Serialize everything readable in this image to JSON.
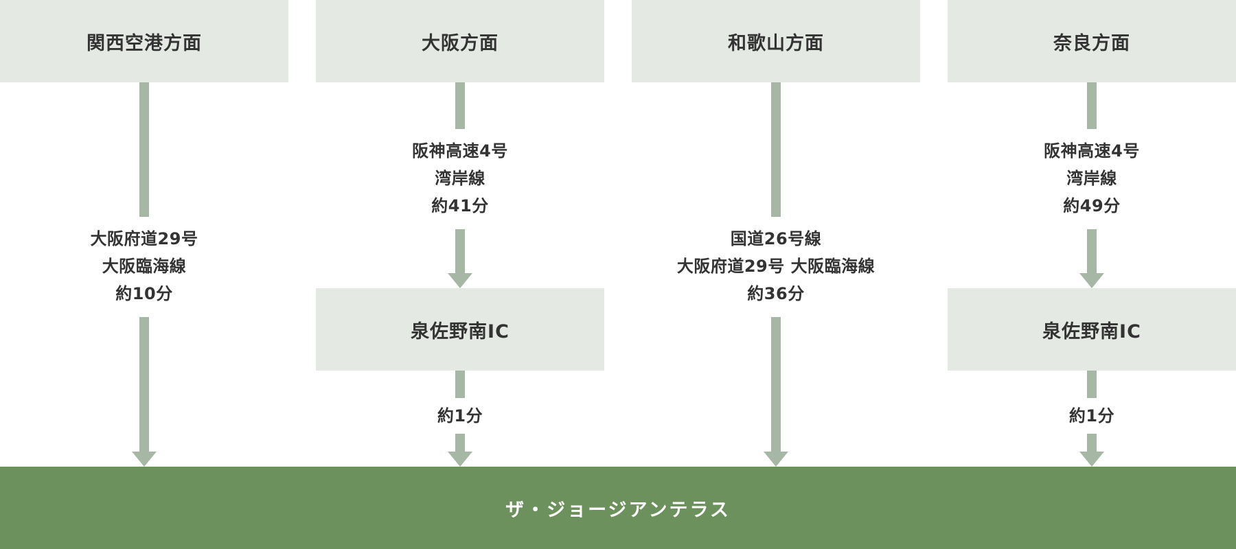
{
  "routes": [
    {
      "origin": "関西空港方面",
      "route_lines": [
        "大阪府道29号",
        "大阪臨海線",
        "約10分"
      ]
    },
    {
      "origin": "大阪方面",
      "route_lines": [
        "阪神高速4号",
        "湾岸線",
        "約41分"
      ],
      "interchange": "泉佐野南IC",
      "final_leg": "約1分"
    },
    {
      "origin": "和歌山方面",
      "route_lines": [
        "国道26号線",
        "大阪府道29号 大阪臨海線",
        "約36分"
      ]
    },
    {
      "origin": "奈良方面",
      "route_lines": [
        "阪神高速4号",
        "湾岸線",
        "約49分"
      ],
      "interchange": "泉佐野南IC",
      "final_leg": "約1分"
    }
  ],
  "destination": "ザ・ジョージアンテラス",
  "colors": {
    "box_fill": "#e5e9e4",
    "arrow": "#a6b8a5",
    "destination_fill": "#6d915d",
    "destination_text": "#ffffff",
    "text": "#333333"
  }
}
